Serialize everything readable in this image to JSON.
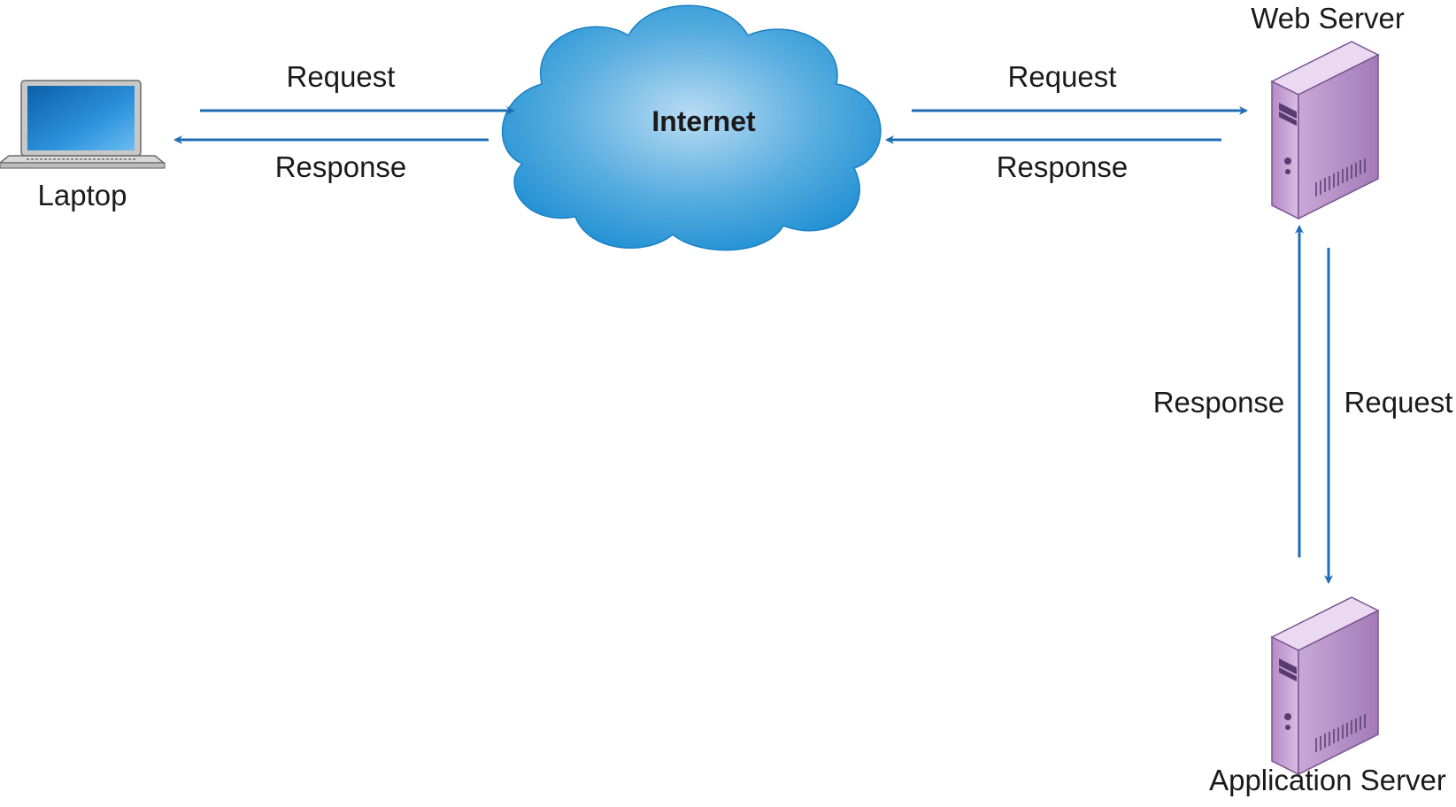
{
  "nodes": {
    "laptop": {
      "label": "Laptop"
    },
    "internet": {
      "label": "Internet"
    },
    "web_server": {
      "label": "Web Server"
    },
    "app_server": {
      "label": "Application Server"
    }
  },
  "edges": {
    "laptop_internet": {
      "request": "Request",
      "response": "Response"
    },
    "internet_web": {
      "request": "Request",
      "response": "Response"
    },
    "web_app": {
      "request": "Request",
      "response": "Response"
    }
  },
  "colors": {
    "arrow": "#1f6db5",
    "cloud_light": "#a8d3f0",
    "cloud_dark": "#1e8fd3",
    "server_face": "#c9a3d6",
    "server_dark": "#9b6fb0",
    "server_light": "#e6d2ee",
    "laptop_screen": "#1a7fcc"
  },
  "icons": [
    "laptop-icon",
    "cloud-icon",
    "server-icon"
  ]
}
